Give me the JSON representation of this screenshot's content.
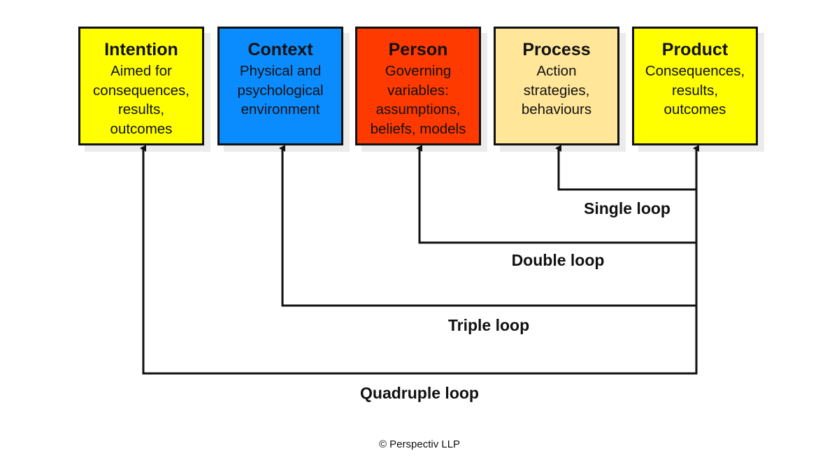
{
  "boxes": [
    {
      "key": "intention",
      "title": "Intention",
      "lines": [
        "Aimed for",
        "consequences,",
        "results,",
        "outcomes"
      ],
      "color": "#ffff00"
    },
    {
      "key": "context",
      "title": "Context",
      "lines": [
        "Physical and",
        "psychological",
        "environment"
      ],
      "color": "#0a8cff"
    },
    {
      "key": "person",
      "title": "Person",
      "lines": [
        "Governing",
        "variables:",
        "assumptions,",
        "beliefs, models"
      ],
      "color": "#ff3a00"
    },
    {
      "key": "process",
      "title": "Process",
      "lines": [
        "Action",
        "strategies,",
        "behaviours"
      ],
      "color": "#ffe699"
    },
    {
      "key": "product",
      "title": "Product",
      "lines": [
        "Consequences,",
        "results,",
        "outcomes"
      ],
      "color": "#ffff00"
    }
  ],
  "loops": [
    {
      "label": "Single loop",
      "target": "process"
    },
    {
      "label": "Double loop",
      "target": "person"
    },
    {
      "label": "Triple loop",
      "target": "context"
    },
    {
      "label": "Quadruple loop",
      "target": "intention"
    }
  ],
  "copyright": "© Perspectiv LLP"
}
